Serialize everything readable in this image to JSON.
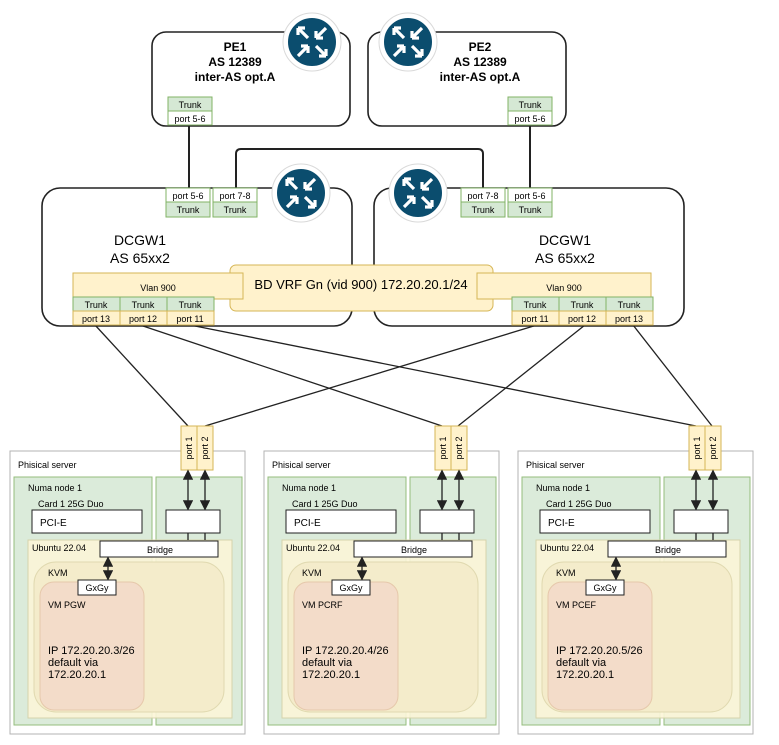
{
  "pe1": {
    "name": "PE1",
    "as": "AS 12389",
    "mode": "inter-AS opt.A",
    "trunk": "Trunk",
    "port": "port 5-6",
    "router_icon": "router-icon"
  },
  "pe2": {
    "name": "PE2",
    "as": "AS 12389",
    "mode": "inter-AS opt.A",
    "trunk": "Trunk",
    "port": "port 5-6",
    "router_icon": "router-icon"
  },
  "dcgw_left": {
    "name": "DCGW1",
    "as": "AS 65xx2",
    "top_ports": [
      {
        "port": "port 5-6",
        "trunk": "Trunk"
      },
      {
        "port": "port 7-8",
        "trunk": "Trunk"
      }
    ],
    "vlan": "Vlan 900",
    "bottom_ports": [
      {
        "trunk": "Trunk",
        "port": "port 13"
      },
      {
        "trunk": "Trunk",
        "port": "port 12"
      },
      {
        "trunk": "Trunk",
        "port": "port 11"
      }
    ]
  },
  "dcgw_right": {
    "name": "DCGW1",
    "as": "AS 65xx2",
    "top_ports": [
      {
        "port": "port 7-8",
        "trunk": "Trunk"
      },
      {
        "port": "port 5-6",
        "trunk": "Trunk"
      }
    ],
    "vlan": "Vlan 900",
    "bottom_ports": [
      {
        "trunk": "Trunk",
        "port": "port 11"
      },
      {
        "trunk": "Trunk",
        "port": "port 12"
      },
      {
        "trunk": "Trunk",
        "port": "port 13"
      }
    ]
  },
  "bd_vrf": "BD VRF Gn (vid 900) 172.20.20.1/24",
  "servers": [
    {
      "title": "Phisical server",
      "numa": "Numa node 1",
      "card": "Card 1 25G Duo",
      "pci": "PCI-E",
      "os": "Ubuntu 22.04",
      "bridge": "Bridge",
      "kvm": "KVM",
      "gxgy": "GxGy",
      "vm": "VM PGW",
      "ip": "IP 172.20.20.3/26",
      "default": "default via",
      "gw": "172.20.20.1",
      "port1": "port 1",
      "port2": "port 2"
    },
    {
      "title": "Phisical server",
      "numa": "Numa node 1",
      "card": "Card 1 25G Duo",
      "pci": "PCI-E",
      "os": "Ubuntu 22.04",
      "bridge": "Bridge",
      "kvm": "KVM",
      "gxgy": "GxGy",
      "vm": "VM PCRF",
      "ip": "IP 172.20.20.4/26",
      "default": "default via",
      "gw": "172.20.20.1",
      "port1": "port 1",
      "port2": "port 2"
    },
    {
      "title": "Phisical server",
      "numa": "Numa node 1",
      "card": "Card 1 25G Duo",
      "pci": "PCI-E",
      "os": "Ubuntu 22.04",
      "bridge": "Bridge",
      "kvm": "KVM",
      "gxgy": "GxGy",
      "vm": "VM PCEF",
      "ip": "IP 172.20.20.5/26",
      "default": "default via",
      "gw": "172.20.20.1",
      "port1": "port 1",
      "port2": "port 2"
    }
  ],
  "colors": {
    "router": "#0b4d6e",
    "port_green": "#d5e8d4",
    "vlan_yellow": "#fff2cc",
    "numa_green": "#d5e8d4",
    "vm_orange": "#f3dcc9"
  }
}
